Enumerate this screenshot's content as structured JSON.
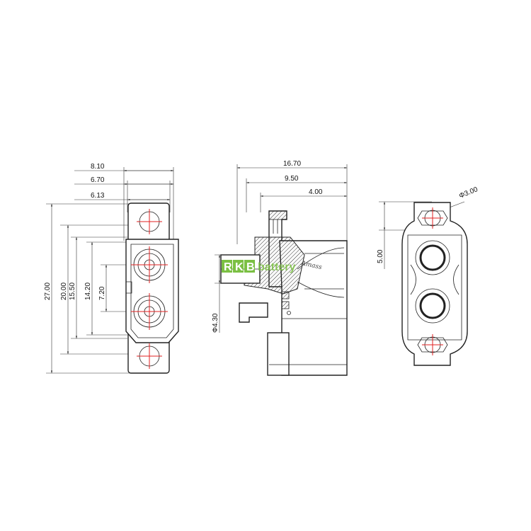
{
  "front_view": {
    "dims": {
      "w_outer": "8.10",
      "w_mid": "6.70",
      "w_inner": "6.13",
      "h_total": "27.00",
      "h_holes": "20.00",
      "h_body": "15.50",
      "h_inner": "14.20",
      "h_pitch": "7.20"
    }
  },
  "side_view": {
    "dims": {
      "len_total": "16.70",
      "len_mid": "9.50",
      "len_short": "4.00",
      "pin_dia": "Φ4.30"
    },
    "engraving": "Amass"
  },
  "end_view": {
    "dims": {
      "hole_dia": "Φ3.00",
      "hole_offset": "5.00"
    }
  },
  "watermark": {
    "box_letters": [
      "R",
      "K",
      "B"
    ],
    "word": "battery",
    "color": "#7bc043"
  }
}
